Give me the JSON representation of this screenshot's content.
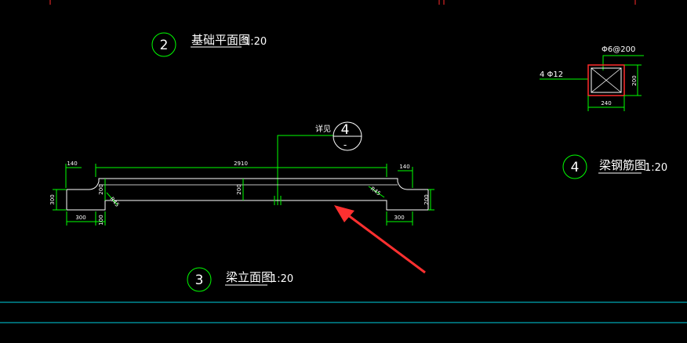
{
  "title_2": {
    "number": "2",
    "name": "基础平面图",
    "scale": "1:20"
  },
  "title_3": {
    "number": "3",
    "name": "梁立面图",
    "scale": "1:20"
  },
  "title_4": {
    "number": "4",
    "name": "梁钢筋图",
    "scale": "1:20"
  },
  "detail_callout": {
    "label": "详见",
    "number": "4",
    "sheet": "-"
  },
  "beam_elevation_dims": {
    "overall_length": "2910",
    "left_top": "140",
    "right_top": "140",
    "left_height": "300",
    "right_height": "200",
    "center_height": "200",
    "left_bottom": "300",
    "right_bottom": "300",
    "left_small": "100",
    "left_chamfer_a": "200",
    "left_chamfer_b": "R45",
    "right_chamfer": "R45"
  },
  "section_dims": {
    "stirrup": "Φ6@200",
    "main_bars": "4 Φ12",
    "height": "200",
    "width": "240"
  },
  "colors": {
    "background": "#000000",
    "line": "#ffffff",
    "dimension": "#00ff00",
    "section_border": "#ff2a2a",
    "arrow": "#ff3030",
    "frame": "#00d0e0"
  }
}
